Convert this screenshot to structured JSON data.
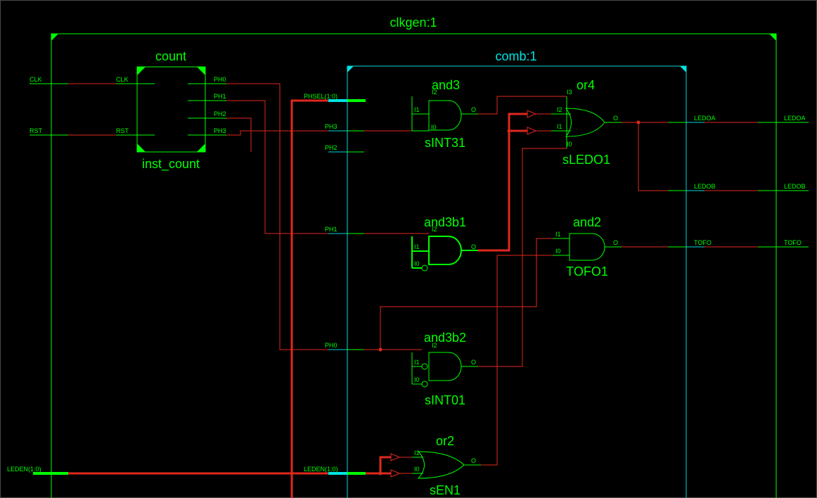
{
  "colors": {
    "background": "#000000",
    "wire": "#e0281e",
    "symbol": "#00ff00",
    "hierarchy": "#00e5e5"
  },
  "blocks": {
    "clkgen": "clkgen:1",
    "comb": "comb:1",
    "count_type": "count",
    "count_inst": "inst_count"
  },
  "gates": {
    "and3": {
      "type": "and3",
      "inst": "sINT31",
      "pins": [
        "I2",
        "I1",
        "I0",
        "O"
      ]
    },
    "or4": {
      "type": "or4",
      "inst": "sLEDO1",
      "pins": [
        "I3",
        "I2",
        "I1",
        "I0",
        "O"
      ]
    },
    "and3b1": {
      "type": "and3b1",
      "inst": "",
      "pins": [
        "I2",
        "I1",
        "I0",
        "O"
      ]
    },
    "and2": {
      "type": "and2",
      "inst": "TOFO1",
      "pins": [
        "I1",
        "I0",
        "O"
      ]
    },
    "and3b2": {
      "type": "and3b2",
      "inst": "sINT01",
      "pins": [
        "I2",
        "I1",
        "I0",
        "O"
      ]
    },
    "or2": {
      "type": "or2",
      "inst": "sEN1",
      "pins": [
        "I1",
        "I0",
        "O"
      ]
    }
  },
  "count_pins": {
    "in_clk": "CLK",
    "in_rst": "RST",
    "ph0": "PH0",
    "ph1": "PH1",
    "ph2": "PH2",
    "ph3": "PH3"
  },
  "ports": {
    "clk": "CLK",
    "rst": "RST",
    "leden_top": "LEDEN(1:0)",
    "leda_out": "LEDOA",
    "ledb_out": "LEDOB",
    "tofo_out": "TOFO"
  },
  "comb_ports": {
    "phsel": "PHSEL(1:0)",
    "ph3": "PH3",
    "ph2": "PH2",
    "ph1": "PH1",
    "ph0": "PH0",
    "leden": "LEDEN(1:0)",
    "ledoa": "LEDOA",
    "ledob": "LEDOB",
    "tofo": "TOFO"
  }
}
